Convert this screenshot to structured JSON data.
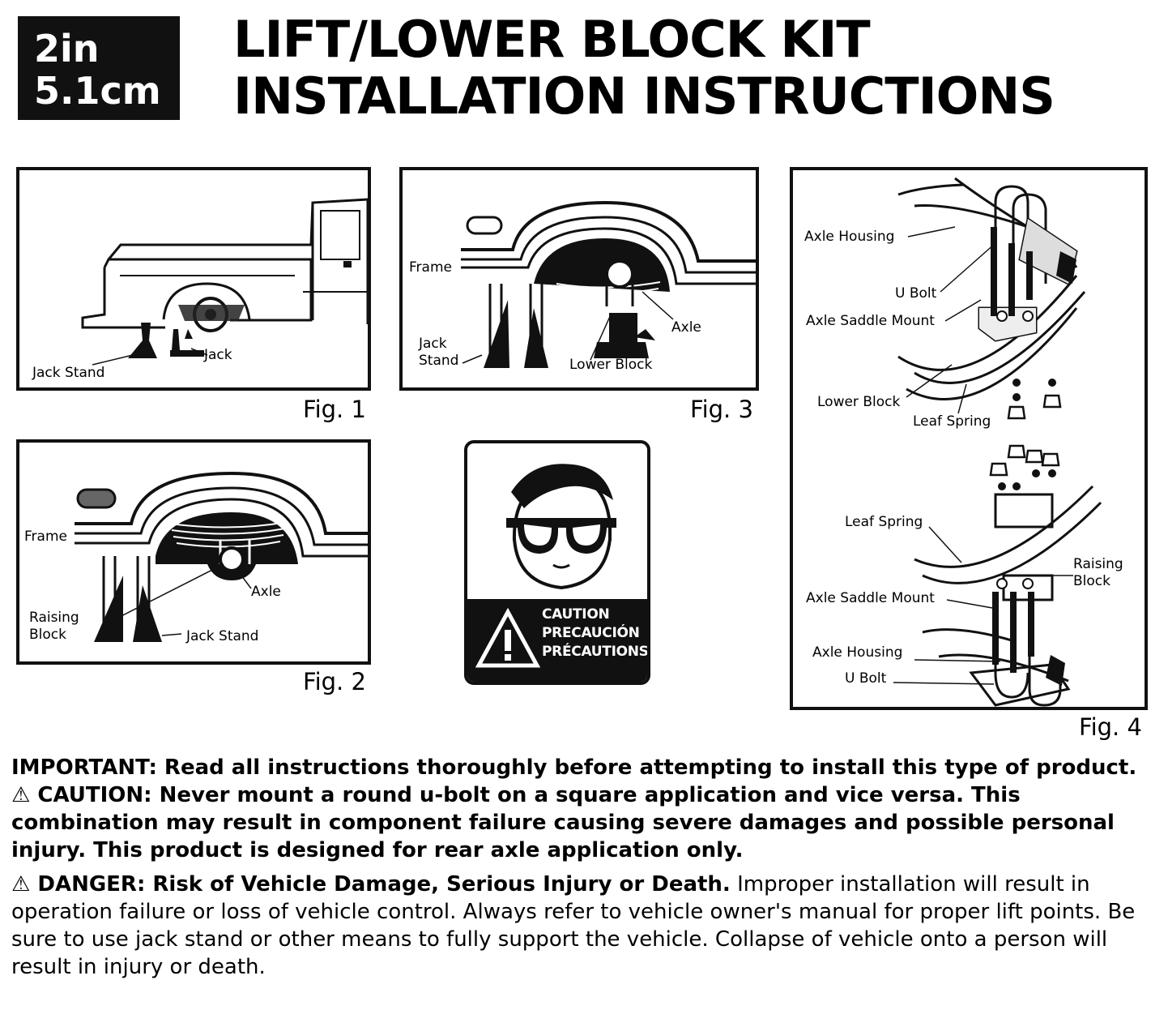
{
  "badge": {
    "line1": "2in",
    "line2": "5.1cm"
  },
  "title": {
    "line1": "LIFT/LOWER BLOCK KIT",
    "line2": "INSTALLATION INSTRUCTIONS"
  },
  "fig1": {
    "caption": "Fig. 1",
    "labels": {
      "jack_stand": "Jack Stand",
      "jack": "Jack"
    }
  },
  "fig2": {
    "caption": "Fig. 2",
    "labels": {
      "frame": "Frame",
      "axle": "Axle",
      "raising_block_1": "Raising",
      "raising_block_2": "Block",
      "jack_stand": "Jack Stand"
    }
  },
  "fig3": {
    "caption": "Fig. 3",
    "labels": {
      "frame": "Frame",
      "jack_stand_1": "Jack",
      "jack_stand_2": "Stand",
      "axle": "Axle",
      "lower_block": "Lower Block"
    }
  },
  "fig4": {
    "caption": "Fig. 4",
    "labels": {
      "axle_housing_top": "Axle Housing",
      "u_bolt_top": "U Bolt",
      "axle_saddle_mount_top": "Axle Saddle Mount",
      "lower_block": "Lower Block",
      "leaf_spring_top": "Leaf Spring",
      "leaf_spring_bottom": "Leaf Spring",
      "raising_block_1": "Raising",
      "raising_block_2": "Block",
      "axle_saddle_mount_bottom": "Axle Saddle Mount",
      "axle_housing_bottom": "Axle Housing",
      "u_bolt_bottom": "U Bolt"
    }
  },
  "caution_sign": {
    "line1": "CAUTION",
    "line2": "PRECAUCIÓN",
    "line3": "PRÉCAUTIONS"
  },
  "notes": {
    "important": "IMPORTANT: Read all instructions thoroughly before attempting to install this type of product.",
    "caution": "⚠ CAUTION: Never mount a round u-bolt on a square application and vice versa. This combination may result in component failure causing severe damages and possible personal injury. This product is designed for rear axle application only.",
    "danger_bold": "⚠ DANGER: Risk of Vehicle Damage, Serious Injury or Death.",
    "danger_text": " Improper installation will result in operation failure or loss of vehicle control. Always refer to vehicle owner's manual for proper lift points. Be sure to use jack stand or other means to fully support the vehicle. Collapse of vehicle onto a person will result in injury or death."
  }
}
